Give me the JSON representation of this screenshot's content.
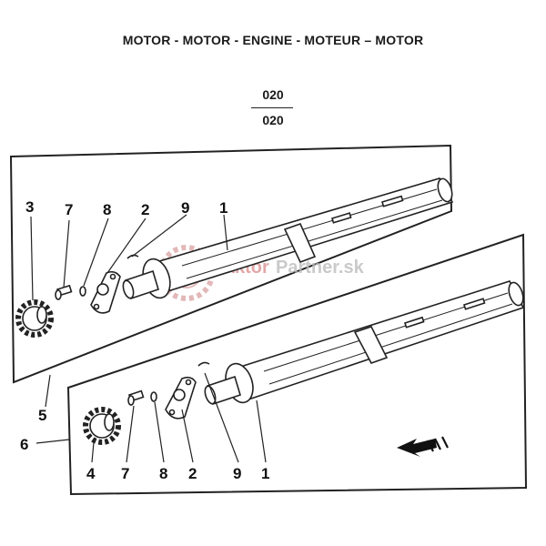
{
  "title": "MOTOR - MOTOR - ENGINE - MOTEUR – MOTOR",
  "code": {
    "top": "020",
    "bottom": "020"
  },
  "watermark": {
    "part1": "Traktor",
    "part2": "Partner.sk",
    "color1": "#d98a8a",
    "color2": "#bdbdbd"
  },
  "upper_labels": [
    "3",
    "7",
    "8",
    "2",
    "9",
    "1"
  ],
  "lower_labels": [
    "4",
    "7",
    "8",
    "2",
    "9",
    "1"
  ],
  "side_labels": [
    "5",
    "6"
  ],
  "icons": {
    "direction": "arrow-left-icon"
  }
}
